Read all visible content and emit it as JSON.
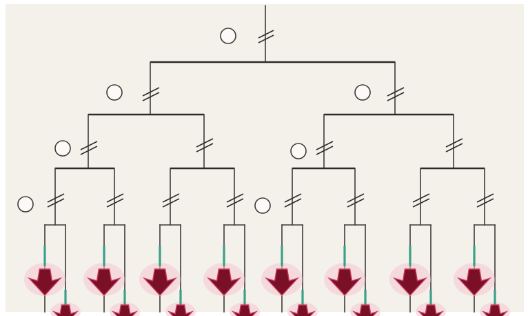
{
  "diagram": {
    "background": "#f4f1eb",
    "line_color": "#3d3a36",
    "arrow_color": "#7a1026",
    "arrow_edge_color": "#c93a5e",
    "stem_color": "#3aa089",
    "callouts": [
      {
        "id": "1",
        "label": ""
      },
      {
        "id": "2",
        "label": ""
      },
      {
        "id": "3",
        "label": ""
      },
      {
        "id": "4",
        "label": ""
      },
      {
        "id": "5",
        "label": ""
      },
      {
        "id": "6",
        "label": ""
      },
      {
        "id": "7",
        "label": ""
      },
      {
        "id": "8",
        "label": ""
      }
    ],
    "tiers": 4,
    "outlets": 8
  }
}
